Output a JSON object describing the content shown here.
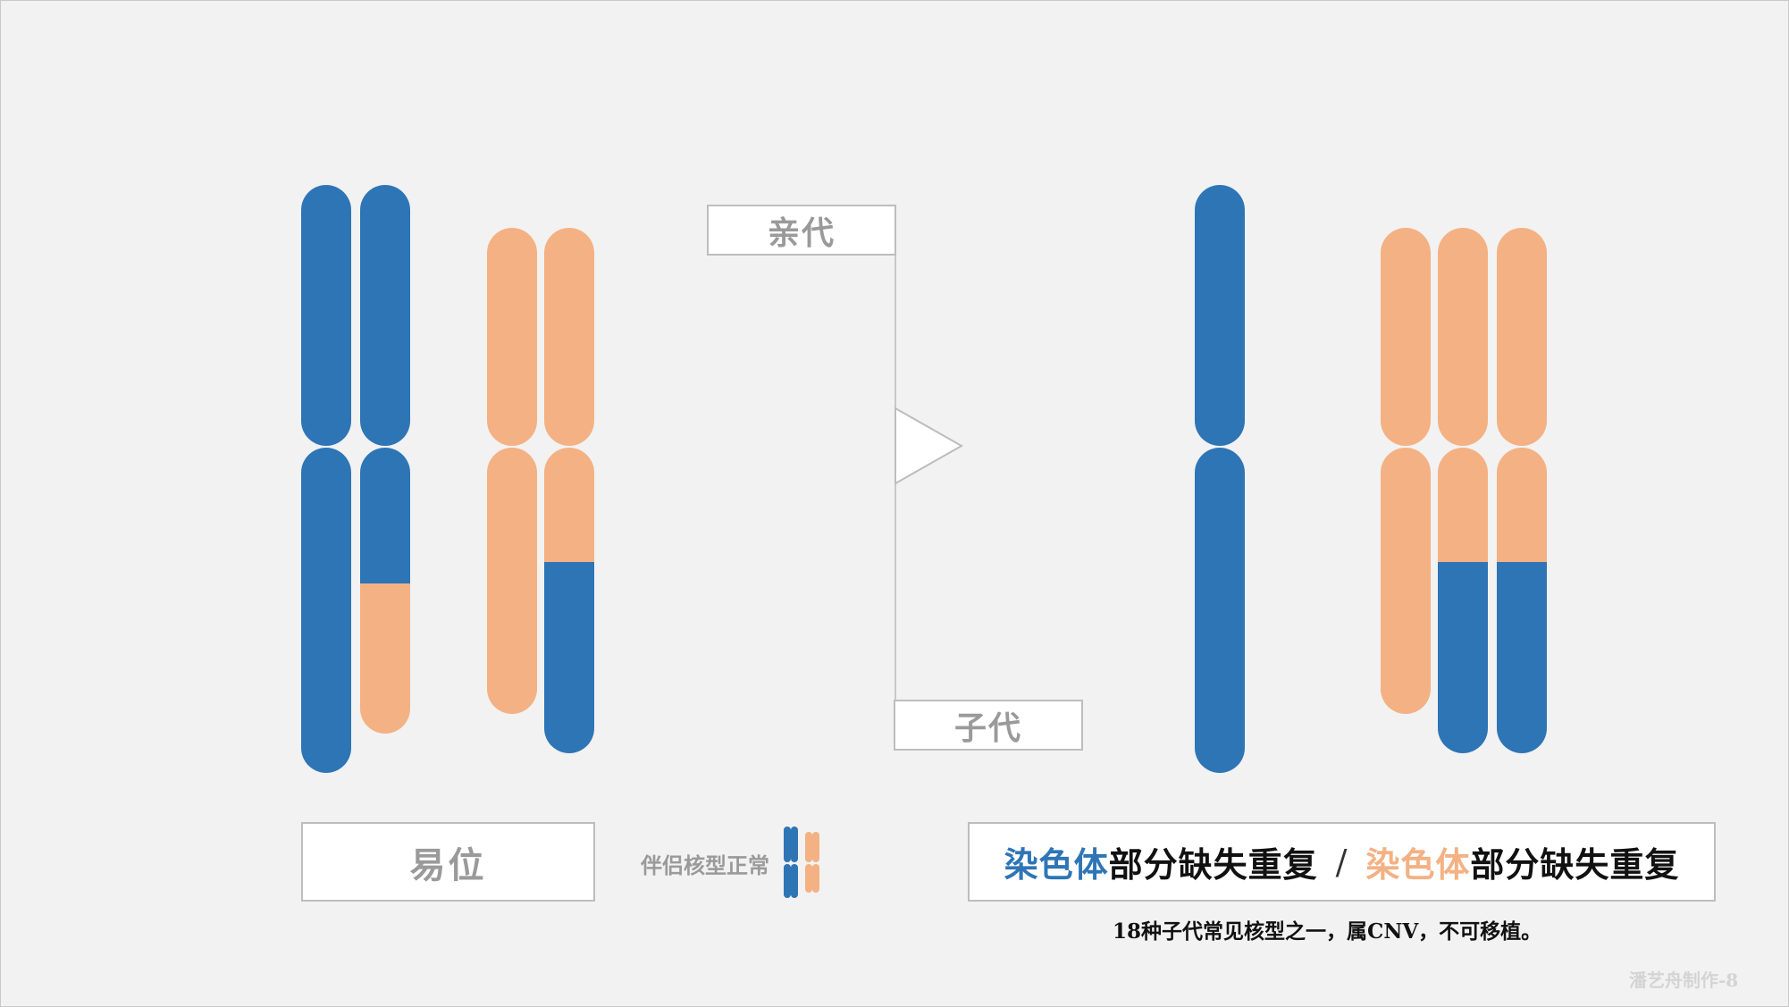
{
  "labels": {
    "parent": "亲代",
    "offspring": "子代",
    "type": "易位",
    "partner": "伴侣核型正常",
    "note": "18种子代常见核型之一，属CNV，不可移植。",
    "watermark": "潘艺舟制作-8"
  },
  "result": {
    "part1_colored": "染色体",
    "part1_rest": "部分缺失重复",
    "separator": "/",
    "part2_colored": "染色体",
    "part2_rest": "部分缺失重复"
  },
  "colors": {
    "blue": "#2e75b6",
    "peach": "#f4b183",
    "background": "#f2f2f2"
  }
}
